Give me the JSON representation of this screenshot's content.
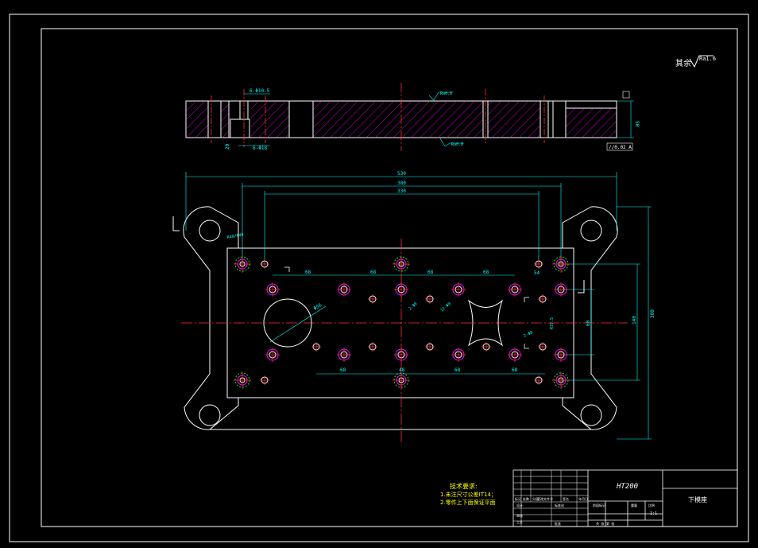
{
  "drawing": {
    "material": "HT200",
    "part_name": "下模座",
    "roughness_note": "其余",
    "roughness_value": "Ra1.6",
    "tech_req_title": "技术要求:",
    "tech_req_1": "1.未注尺寸公差IT14；",
    "tech_req_2": "2.零件上下面保证平面"
  },
  "section_view": {
    "flatness": "//0.02 A",
    "hole_top": "6-Φ10.5",
    "hole_bottom": "6-Φ18",
    "depth_label": "20",
    "thickness": "50",
    "roughness_top": "Ra0.8",
    "roughness_bottom": "Ra0.8"
  },
  "plan_view": {
    "dims_top": [
      "530",
      "380",
      "330"
    ],
    "dims_right": [
      "300",
      "140",
      "60"
    ],
    "dims_middle": [
      "68",
      "68",
      "68",
      "68"
    ],
    "dims_bottom": [
      "68",
      "48",
      "68",
      "68"
    ],
    "dim_54": "54",
    "big_hole": "Φ56",
    "corner_hole": "R40/Φ40",
    "small_label_1": "2-Φ8",
    "small_label_2": "12-Φ8",
    "small_label_3": "R37.5",
    "small_label_4": "2-Φ8"
  },
  "title_block": {
    "row_labels": [
      "标记",
      "处数",
      "分区",
      "更改文件号",
      "签名",
      "年月日"
    ],
    "design": "设计",
    "standard": "标准化",
    "stage": "阶段标记",
    "weight": "重量",
    "scale": "比例",
    "scale_value": "1:1",
    "review": "审核",
    "process": "工艺",
    "approve": "批准",
    "sheet": "共 张  第 张"
  }
}
